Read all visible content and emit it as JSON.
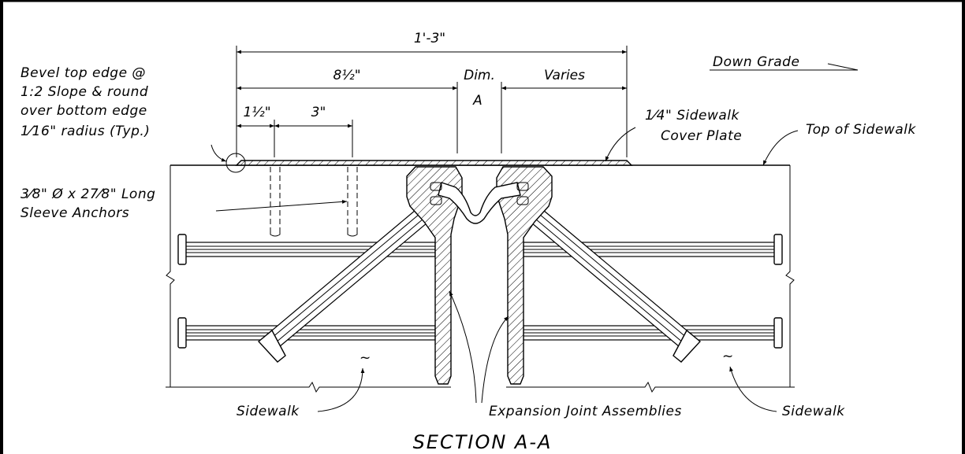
{
  "title": "SECTION A-A",
  "dimensions": {
    "overall": "1'-3\"",
    "eight_half": "8½\"",
    "dim_a_line1": "Dim.",
    "dim_a_line2": "A",
    "varies": "Varies",
    "one_half": "1½\"",
    "three": "3\""
  },
  "notes": {
    "bevel": [
      "Bevel top edge @",
      "1:2 Slope & round",
      "over bottom edge",
      "1⁄16\" radius (Typ.)"
    ],
    "anchors": [
      "3⁄8\" Ø x 27⁄8\" Long",
      "Sleeve Anchors"
    ],
    "cover_plate": [
      "1⁄4\" Sidewalk",
      "Cover Plate"
    ],
    "top_of_sidewalk": "Top of Sidewalk",
    "down_grade": "Down Grade",
    "sidewalk_left": "Sidewalk",
    "sidewalk_right": "Sidewalk",
    "expansion_joint": "Expansion Joint Assemblies",
    "tilde_left": "~",
    "tilde_right": "~"
  }
}
